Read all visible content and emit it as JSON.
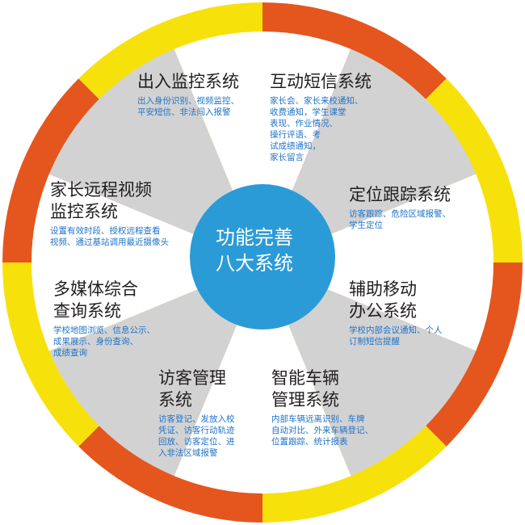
{
  "colors": {
    "ring_yellow": "#f7e10b",
    "ring_orange": "#e4561e",
    "segment_gray": "#d2d2d3",
    "segment_white": "#ffffff",
    "center_blue": "#2a9bd7",
    "title_text": "#231f20",
    "desc_text": "#1e73c8"
  },
  "center": {
    "title": "功能完善\n八大系统"
  },
  "segments": [
    {
      "title": "出入监控系统",
      "desc": "出入身份识别、视频监控、\n平安短信、非法闯入报警"
    },
    {
      "title": "互动短信系统",
      "desc": "家长会、家长来校通知、\n收费通知，学生课堂\n表现、作业情况、\n操行评语、考\n试成绩通知，\n家长留言"
    },
    {
      "title": "定位跟踪系统",
      "desc": "访客跟踪、危险区域报警、\n学生定位"
    },
    {
      "title": "辅助移动\n办公系统",
      "desc": "学校内部会议通知、个人\n订制短信提醒"
    },
    {
      "title": "智能车辆\n管理系统",
      "desc": "内部车辆远离识别、车牌\n自动对比、外来车辆登记、\n位置跟踪、统计报表"
    },
    {
      "title": "访客管理\n系统",
      "desc": "访客登记、发放入校\n凭证、访客行动轨迹\n回放、访客定位、进\n入非法区域报警"
    },
    {
      "title": "多媒体综合\n查询系统",
      "desc": "学校地图浏览、信息公示、\n成果展示、身份查询、\n成绩查询"
    },
    {
      "title": "家长远程视频\n监控系统",
      "desc": "设置有效时段、授权远程查看\n视频、通过基站调用最近摄像头"
    }
  ]
}
